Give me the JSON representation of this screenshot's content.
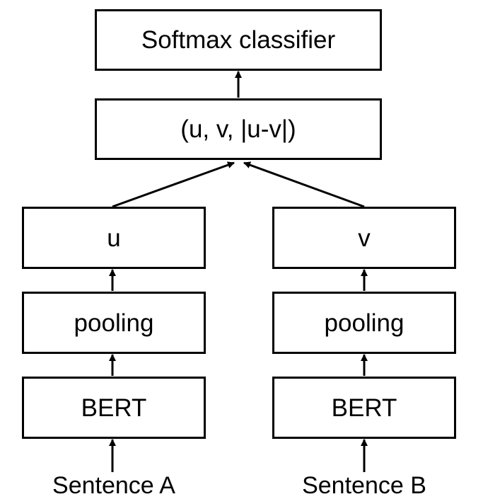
{
  "diagram": {
    "boxes": {
      "softmax": "Softmax classifier",
      "concat": "(u, v, |u-v|)",
      "u": "u",
      "v": "v",
      "pooling_a": "pooling",
      "pooling_b": "pooling",
      "bert_a": "BERT",
      "bert_b": "BERT"
    },
    "inputs": {
      "sentence_a": "Sentence A",
      "sentence_b": "Sentence B"
    },
    "colors": {
      "stroke": "#000000",
      "background": "#ffffff"
    }
  }
}
